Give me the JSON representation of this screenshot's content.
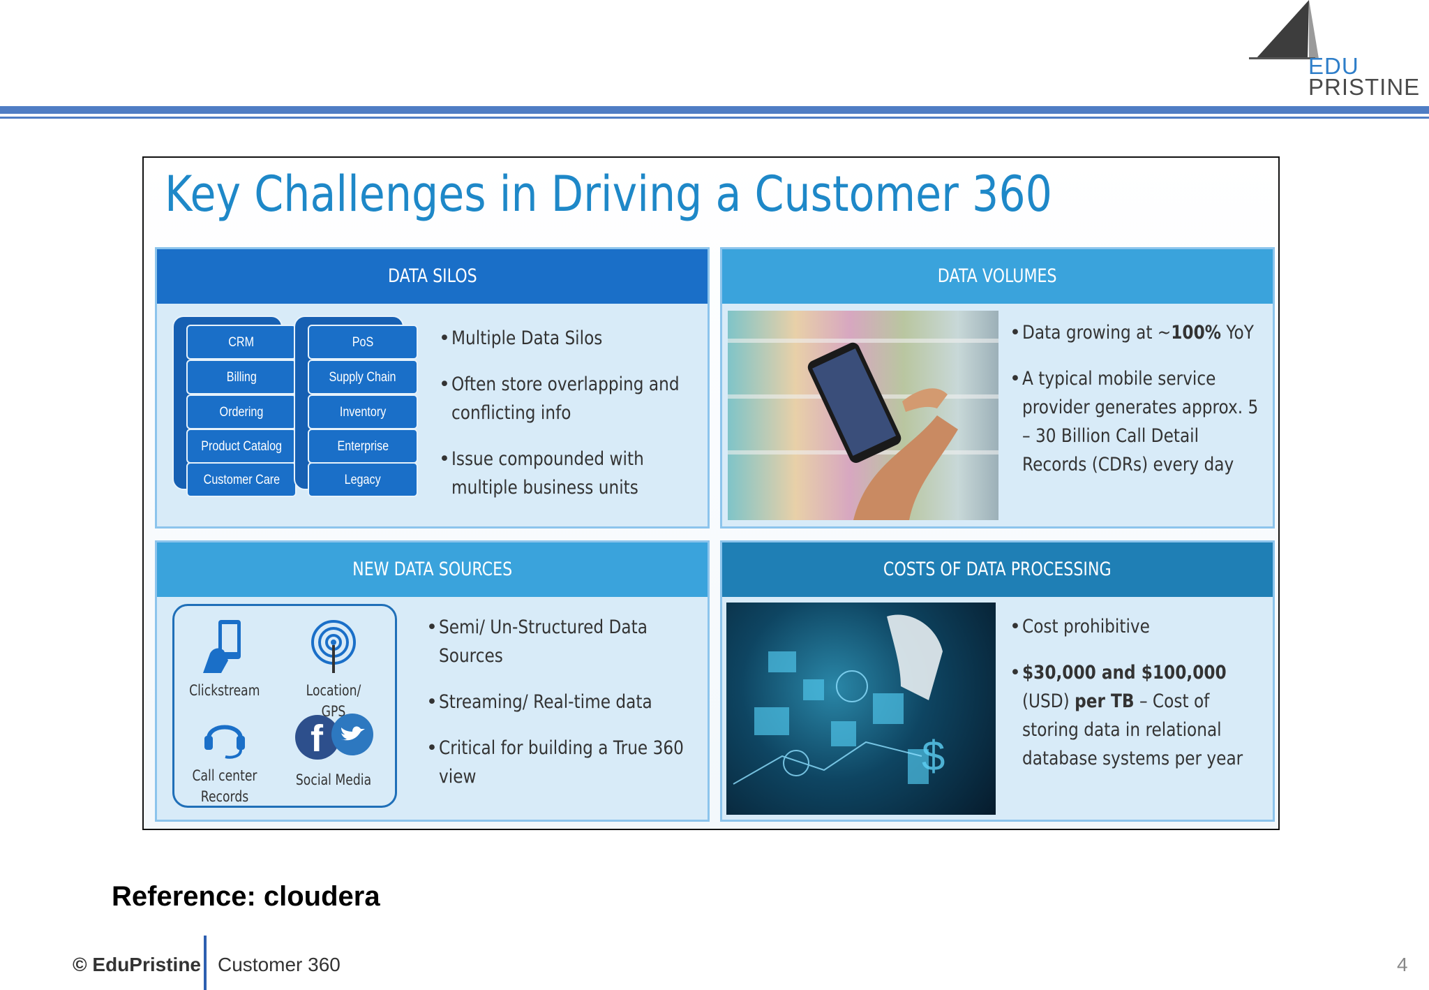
{
  "logo": {
    "line1": "EDU",
    "line2": "PRISTINE"
  },
  "slide": {
    "title": "Key Challenges in Driving a Customer 360",
    "panels": {
      "silos": {
        "header": "DATA SILOS",
        "header_color": "#1a6fc8",
        "db_left": [
          "CRM",
          "Billing",
          "Ordering",
          "Product Catalog",
          "Customer Care"
        ],
        "db_right": [
          "PoS",
          "Supply Chain",
          "Inventory",
          "Enterprise",
          "Legacy"
        ],
        "bullets": [
          "Multiple Data Silos",
          "Often store overlapping and conflicting info",
          "Issue compounded with multiple business units"
        ]
      },
      "volumes": {
        "header": "DATA VOLUMES",
        "header_color": "#3aa3dc",
        "bullet1_prefix": "Data growing at ~",
        "bullet1_bold": "100%",
        "bullet1_suffix": " YoY",
        "bullet2": "A typical mobile service provider generates approx. 5 – 30 Billion Call Detail Records (CDRs) every day"
      },
      "sources": {
        "header": "NEW DATA SOURCES",
        "header_color": "#3aa3dc",
        "icons": {
          "clickstream": "Clickstream",
          "location": "Location/ GPS",
          "callcenter": "Call center Records",
          "social": "Social Media"
        },
        "bullets": [
          "Semi/ Un-Structured Data Sources",
          "Streaming/ Real-time data",
          "Critical for building a True 360 view"
        ]
      },
      "costs": {
        "header": "COSTS OF DATA PROCESSING",
        "header_color": "#1f7fb5",
        "bullet1": "Cost prohibitive",
        "bullet2_bold": "$30,000 and $100,000",
        "bullet2_mid": " (USD) ",
        "bullet2_bold2": "per TB",
        "bullet2_rest": " – Cost of storing data in relational database systems per year"
      }
    }
  },
  "footer": {
    "reference": "Reference: cloudera",
    "copyright": "© EduPristine",
    "title": "Customer 360",
    "page": "4"
  }
}
